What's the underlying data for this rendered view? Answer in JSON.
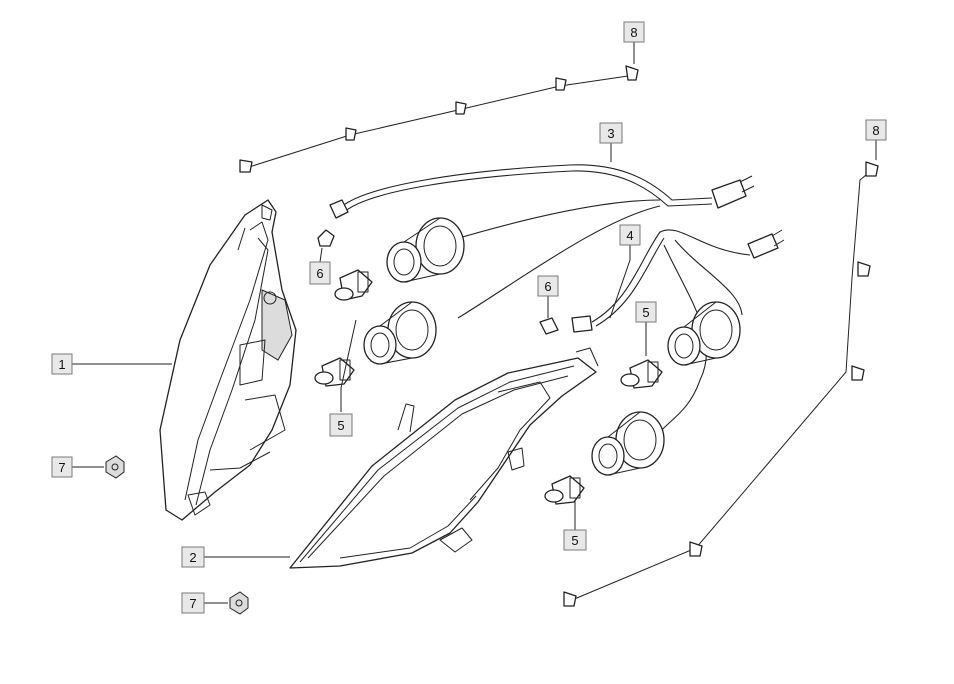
{
  "diagram": {
    "callouts": [
      {
        "id": "c1",
        "label": "1"
      },
      {
        "id": "c2",
        "label": "2"
      },
      {
        "id": "c3",
        "label": "3"
      },
      {
        "id": "c4",
        "label": "4"
      },
      {
        "id": "c5a",
        "label": "5"
      },
      {
        "id": "c5b",
        "label": "5"
      },
      {
        "id": "c5c",
        "label": "5"
      },
      {
        "id": "c6a",
        "label": "6"
      },
      {
        "id": "c6b",
        "label": "6"
      },
      {
        "id": "c7a",
        "label": "7"
      },
      {
        "id": "c7b",
        "label": "7"
      },
      {
        "id": "c8a",
        "label": "8"
      },
      {
        "id": "c8b",
        "label": "8"
      }
    ]
  }
}
